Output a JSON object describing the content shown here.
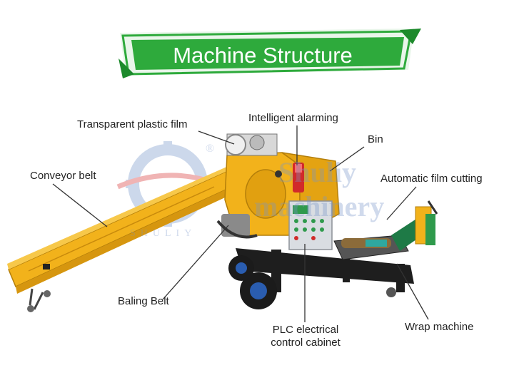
{
  "title": "Machine Structure",
  "watermark": {
    "brand_top": "Shuliy",
    "brand_bottom": "machinery",
    "logo_text": "SHULIY",
    "registered": "®"
  },
  "labels": {
    "transparent_plastic_film": "Transparent plastic film",
    "intelligent_alarming": "Intelligent alarming",
    "bin": "Bin",
    "conveyor_belt": "Conveyor belt",
    "automatic_film_cutting": "Automatic film cutting",
    "baling_belt": "Baling Belt",
    "plc_line1": "PLC electrical",
    "plc_line2": "control cabinet",
    "wrap_machine": "Wrap machine"
  },
  "colors": {
    "banner_green": "#2eaa3c",
    "banner_dark": "#1d8a2c",
    "machine_yellow": "#f2b21b",
    "frame_black": "#1e1e1e",
    "wheel_blue": "#2a5db0",
    "cabinet_gray": "#d9dde2",
    "panel_green": "#2f9a4c",
    "leader_line": "#333333"
  }
}
